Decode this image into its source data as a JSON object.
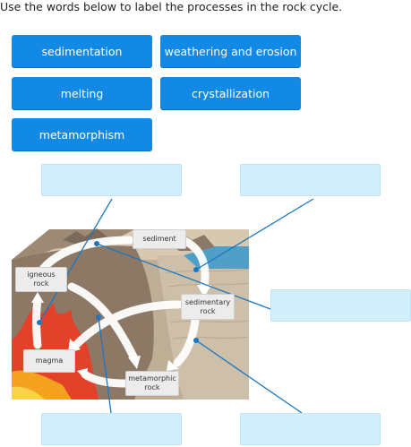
{
  "instruction": "Use the words below to label the processes in the rock cycle.",
  "word_bank": [
    "sedimentation",
    "weathering and erosion",
    "melting",
    "crystallization",
    "metamorphism"
  ],
  "diagram_labels": {
    "sediment": "sediment",
    "igneous_line1": "igneous",
    "igneous_line2": "rock",
    "sedimentary_line1": "sedimentary",
    "sedimentary_line2": "rock",
    "magma": "magma",
    "metamorphic_line1": "metamorphic",
    "metamorphic_line2": "rock"
  },
  "colors": {
    "chip": "#1389e6",
    "drop_zone": "#d2effd",
    "leader_line": "#1a78c2"
  }
}
